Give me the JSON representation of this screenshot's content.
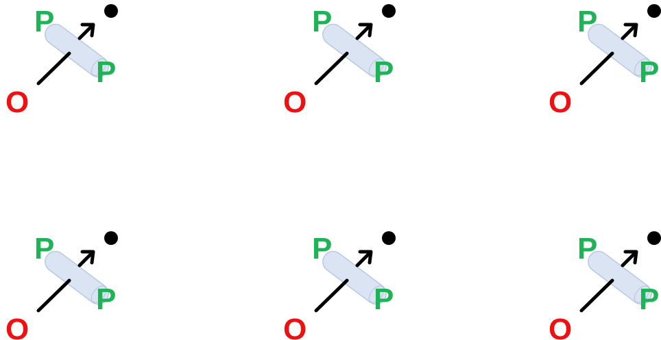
{
  "labels": {
    "o": "O",
    "p1": "P",
    "p2": "P"
  },
  "colors": {
    "o_label": "#ee1111",
    "p_label": "#1fb256",
    "bond_arrow": "#000000",
    "dot": "#000000",
    "cylinder_fill": "#dbe4f2",
    "cylinder_stroke": "#b9c9e2"
  },
  "panel_count": 6,
  "panels": [
    {
      "label_o": "O",
      "label_p_top": "P",
      "label_p_bottom": "P"
    },
    {
      "label_o": "O",
      "label_p_top": "P",
      "label_p_bottom": "P"
    },
    {
      "label_o": "O",
      "label_p_top": "P",
      "label_p_bottom": "P"
    },
    {
      "label_o": "O",
      "label_p_top": "P",
      "label_p_bottom": "P"
    },
    {
      "label_o": "O",
      "label_p_top": "P",
      "label_p_bottom": "P"
    },
    {
      "label_o": "O",
      "label_p_top": "P",
      "label_p_bottom": "P"
    }
  ]
}
